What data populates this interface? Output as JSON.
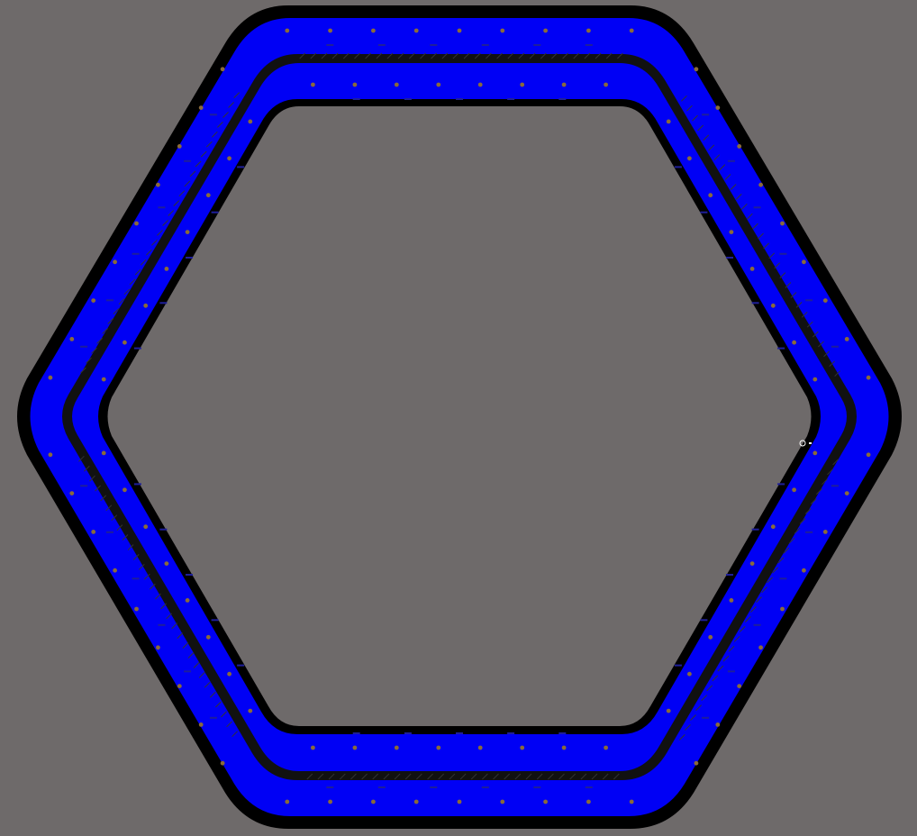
{
  "colors": {
    "background": "#6e6a6a",
    "board_outline": "#000000",
    "copper_pour": "#0000f5",
    "traces": "#1a1a1a",
    "vias": "#8a6a3a",
    "cursor": "#ffffff"
  },
  "board": {
    "shape": "hexagonal ring",
    "layers_visible": [
      "copper-top",
      "silkscreen",
      "outline"
    ]
  }
}
